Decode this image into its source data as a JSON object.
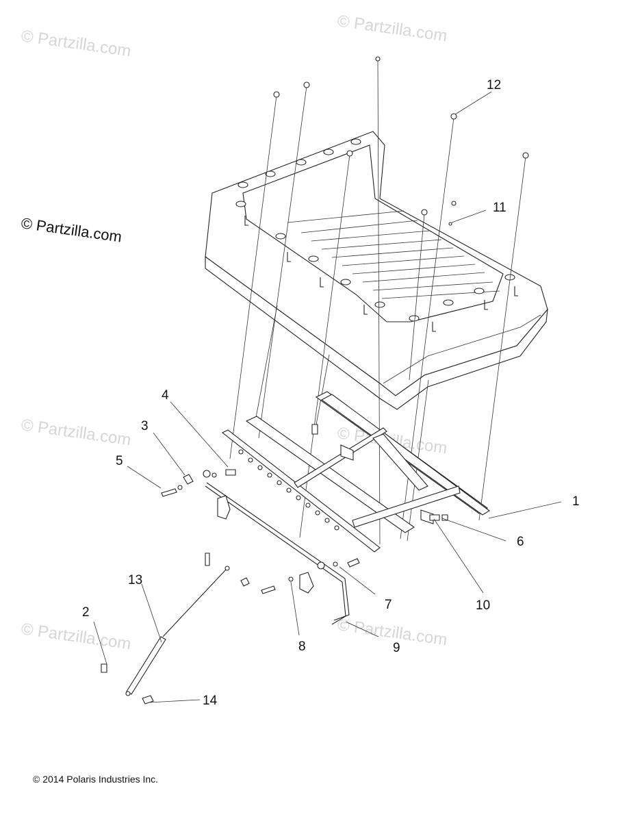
{
  "watermarks": {
    "faint": "© Partzilla.com",
    "main": "© Partzilla.com"
  },
  "callouts": [
    "1",
    "2",
    "3",
    "4",
    "5",
    "6",
    "7",
    "8",
    "9",
    "10",
    "11",
    "12",
    "13",
    "14"
  ],
  "copyright": "© 2014 Polaris Industries Inc."
}
